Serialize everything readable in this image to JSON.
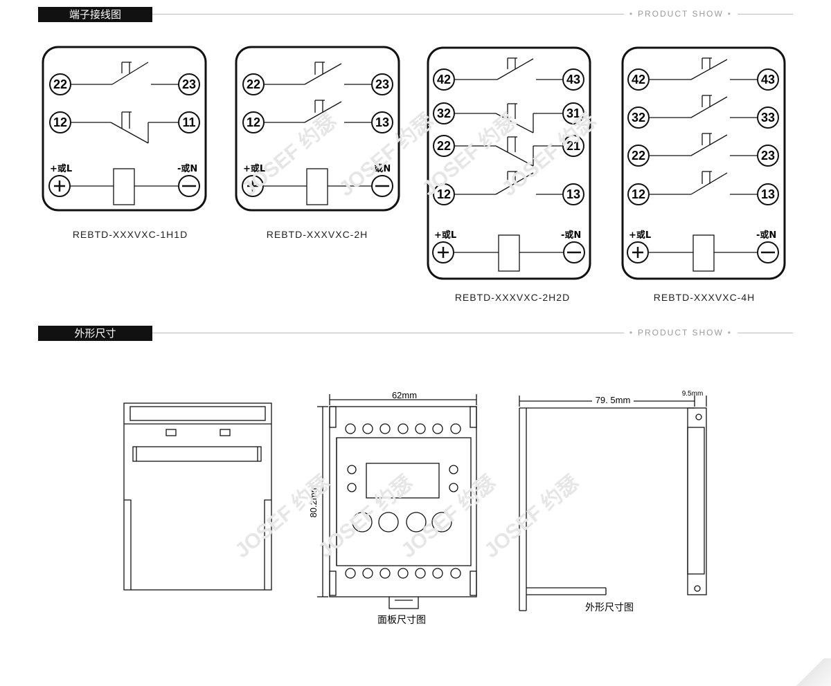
{
  "sections": {
    "wiring_title": "端子接线图",
    "dimensions_title": "外形尺寸",
    "product_show": "PRODUCT SHOW"
  },
  "diagrams": [
    {
      "model": "REBTD-XXXVXC-1H1D",
      "terminals": [
        "22",
        "23",
        "12",
        "11"
      ]
    },
    {
      "model": "REBTD-XXXVXC-2H",
      "terminals": [
        "22",
        "23",
        "12",
        "13"
      ]
    },
    {
      "model": "REBTD-XXXVXC-2H2D",
      "terminals": [
        "42",
        "43",
        "32",
        "31",
        "22",
        "21",
        "12",
        "13"
      ]
    },
    {
      "model": "REBTD-XXXVXC-4H",
      "terminals": [
        "42",
        "43",
        "32",
        "33",
        "22",
        "23",
        "12",
        "13"
      ]
    }
  ],
  "power": {
    "plus_label": "+或L",
    "minus_label": "-或N"
  },
  "dimensions": {
    "width": "62mm",
    "height": "80.2mm",
    "depth": "79. 5mm",
    "rail": "9.5mm",
    "panel_caption": "面板尺寸图",
    "outline_caption": "外形尺寸图"
  },
  "watermark": "JOSEF 约瑟",
  "icons": [
    "plus-icon",
    "minus-icon"
  ]
}
